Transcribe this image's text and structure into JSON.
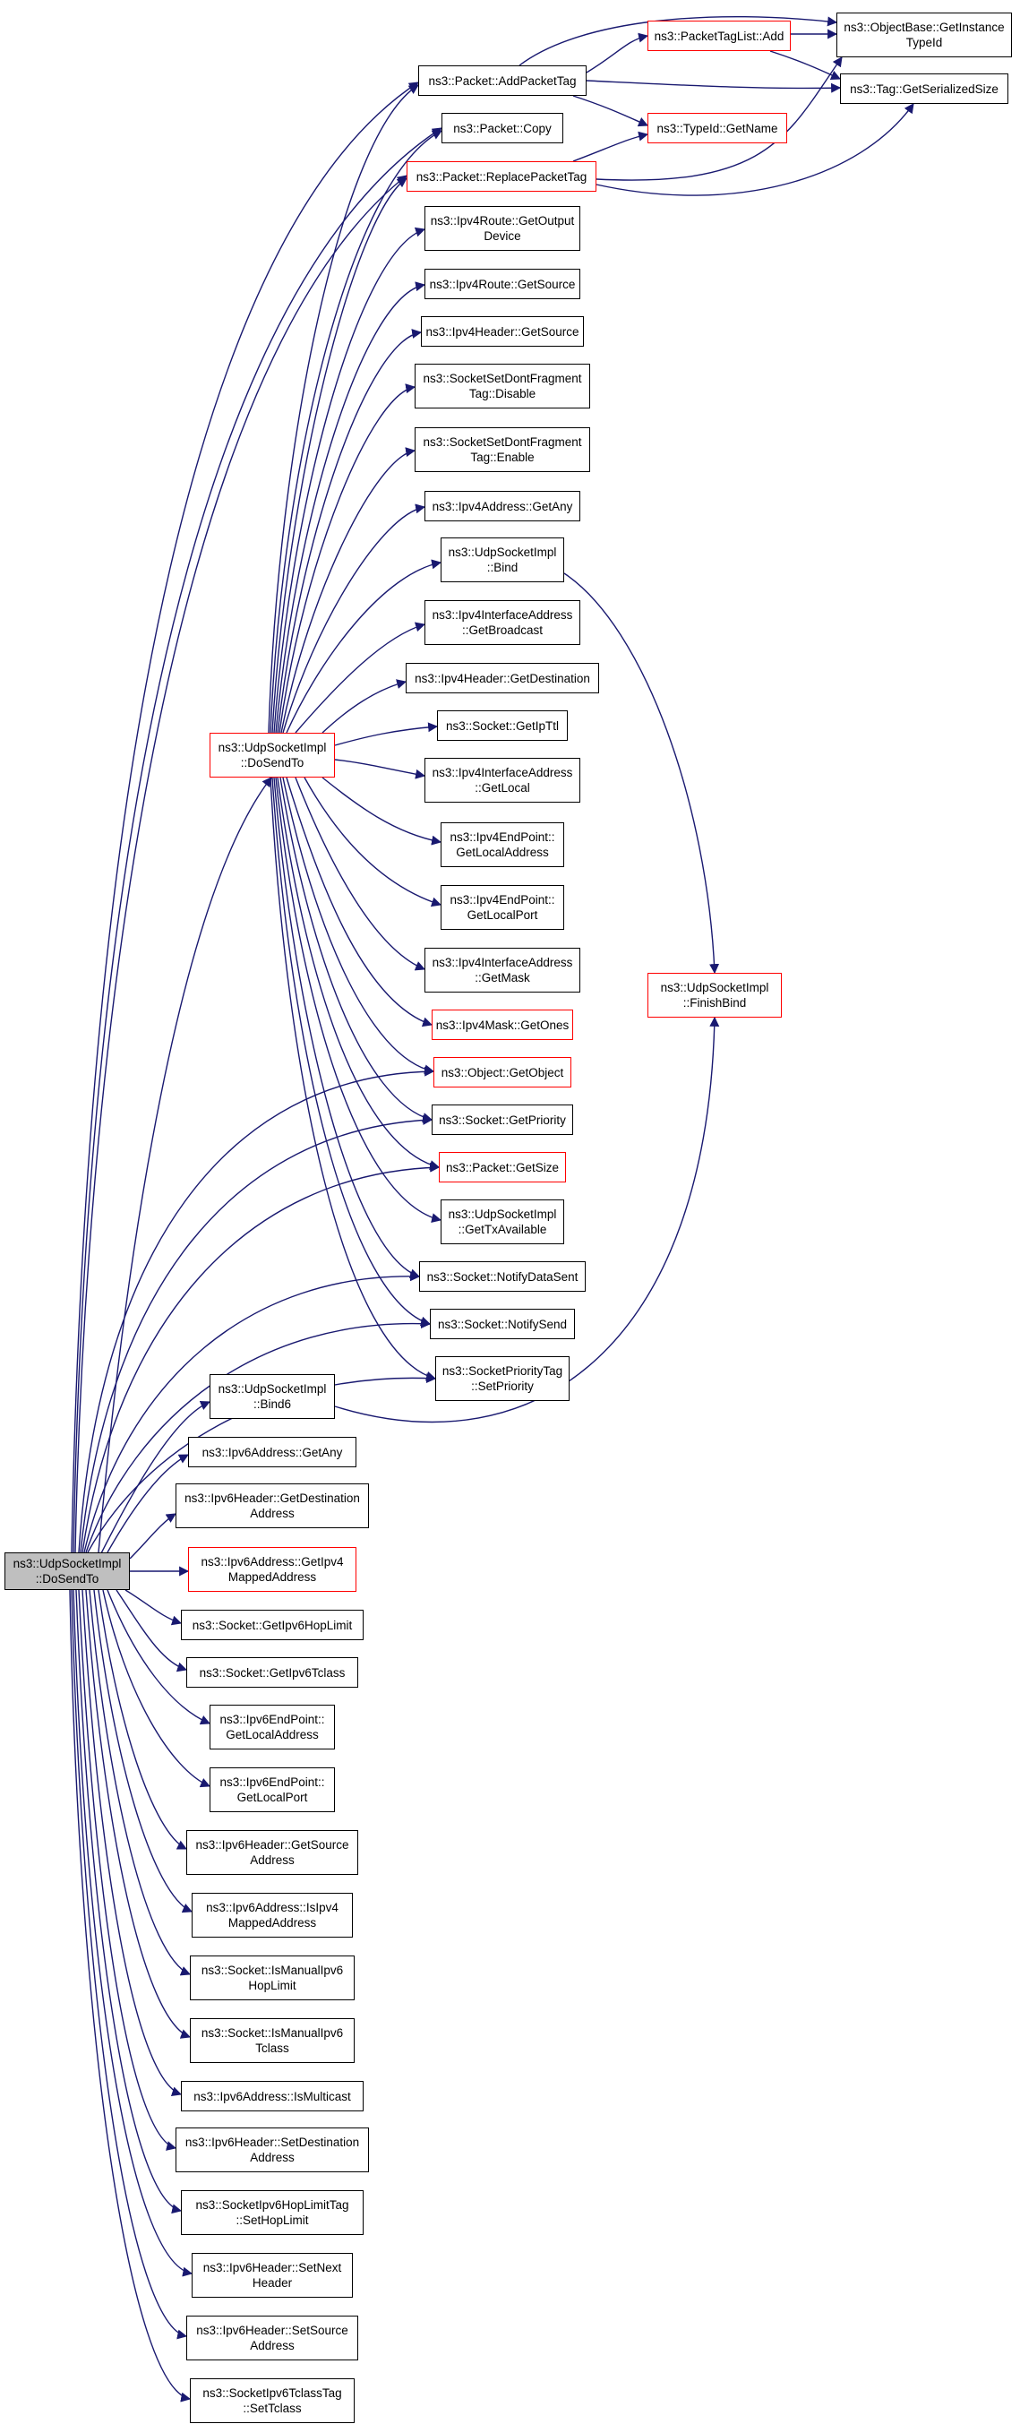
{
  "colors": {
    "edge": "#191970",
    "border": "#000000",
    "truncated_border": "#ff0000",
    "root_fill": "#bfbfbf"
  },
  "nodes": {
    "n1": "ns3::UdpSocketImpl\n::DoSendTo",
    "n2": "ns3::Packet::AddPacketTag",
    "n3": "ns3::PacketTagList::Add",
    "n4": "ns3::ObjectBase::GetInstance\nTypeId",
    "n5": "ns3::Tag::GetSerializedSize",
    "n6": "ns3::TypeId::GetName",
    "n7": "ns3::Packet::Copy",
    "n8": "ns3::Packet::ReplacePacketTag",
    "n9": "ns3::Ipv4Route::GetOutput\nDevice",
    "n10": "ns3::Ipv4Route::GetSource",
    "n11": "ns3::Ipv4Header::GetSource",
    "n12": "ns3::SocketSetDontFragment\nTag::Disable",
    "n13": "ns3::SocketSetDontFragment\nTag::Enable",
    "n14": "ns3::Ipv4Address::GetAny",
    "n15": "ns3::UdpSocketImpl\n::Bind",
    "n16": "ns3::UdpSocketImpl\n::FinishBind",
    "n17": "ns3::Ipv4InterfaceAddress\n::GetBroadcast",
    "n18": "ns3::Ipv4Header::GetDestination",
    "n19": "ns3::Socket::GetIpTtl",
    "n20": "ns3::Ipv4InterfaceAddress\n::GetLocal",
    "n21": "ns3::Ipv4EndPoint::\nGetLocalAddress",
    "n22": "ns3::Ipv4EndPoint::\nGetLocalPort",
    "n23": "ns3::Ipv4InterfaceAddress\n::GetMask",
    "n24": "ns3::Ipv4Mask::GetOnes",
    "n25": "ns3::Object::GetObject",
    "n26": "ns3::Socket::GetPriority",
    "n27": "ns3::Packet::GetSize",
    "n28": "ns3::UdpSocketImpl\n::GetTxAvailable",
    "n29": "ns3::Socket::NotifyDataSent",
    "n30": "ns3::Socket::NotifySend",
    "n31": "ns3::SocketPriorityTag\n::SetPriority",
    "n32": "ns3::UdpSocketImpl\n::DoSendTo",
    "n33": "ns3::UdpSocketImpl\n::Bind6",
    "n34": "ns3::Ipv6Address::GetAny",
    "n35": "ns3::Ipv6Header::GetDestination\nAddress",
    "n36": "ns3::Ipv6Address::GetIpv4\nMappedAddress",
    "n37": "ns3::Socket::GetIpv6HopLimit",
    "n38": "ns3::Socket::GetIpv6Tclass",
    "n39": "ns3::Ipv6EndPoint::\nGetLocalAddress",
    "n40": "ns3::Ipv6EndPoint::\nGetLocalPort",
    "n41": "ns3::Ipv6Header::GetSource\nAddress",
    "n42": "ns3::Ipv6Address::IsIpv4\nMappedAddress",
    "n43": "ns3::Socket::IsManualIpv6\nHopLimit",
    "n44": "ns3::Socket::IsManualIpv6\nTclass",
    "n45": "ns3::Ipv6Address::IsMulticast",
    "n46": "ns3::Ipv6Header::SetDestination\nAddress",
    "n47": "ns3::SocketIpv6HopLimitTag\n::SetHopLimit",
    "n48": "ns3::Ipv6Header::SetNext\nHeader",
    "n49": "ns3::Ipv6Header::SetSource\nAddress",
    "n50": "ns3::SocketIpv6TclassTag\n::SetTclass"
  }
}
